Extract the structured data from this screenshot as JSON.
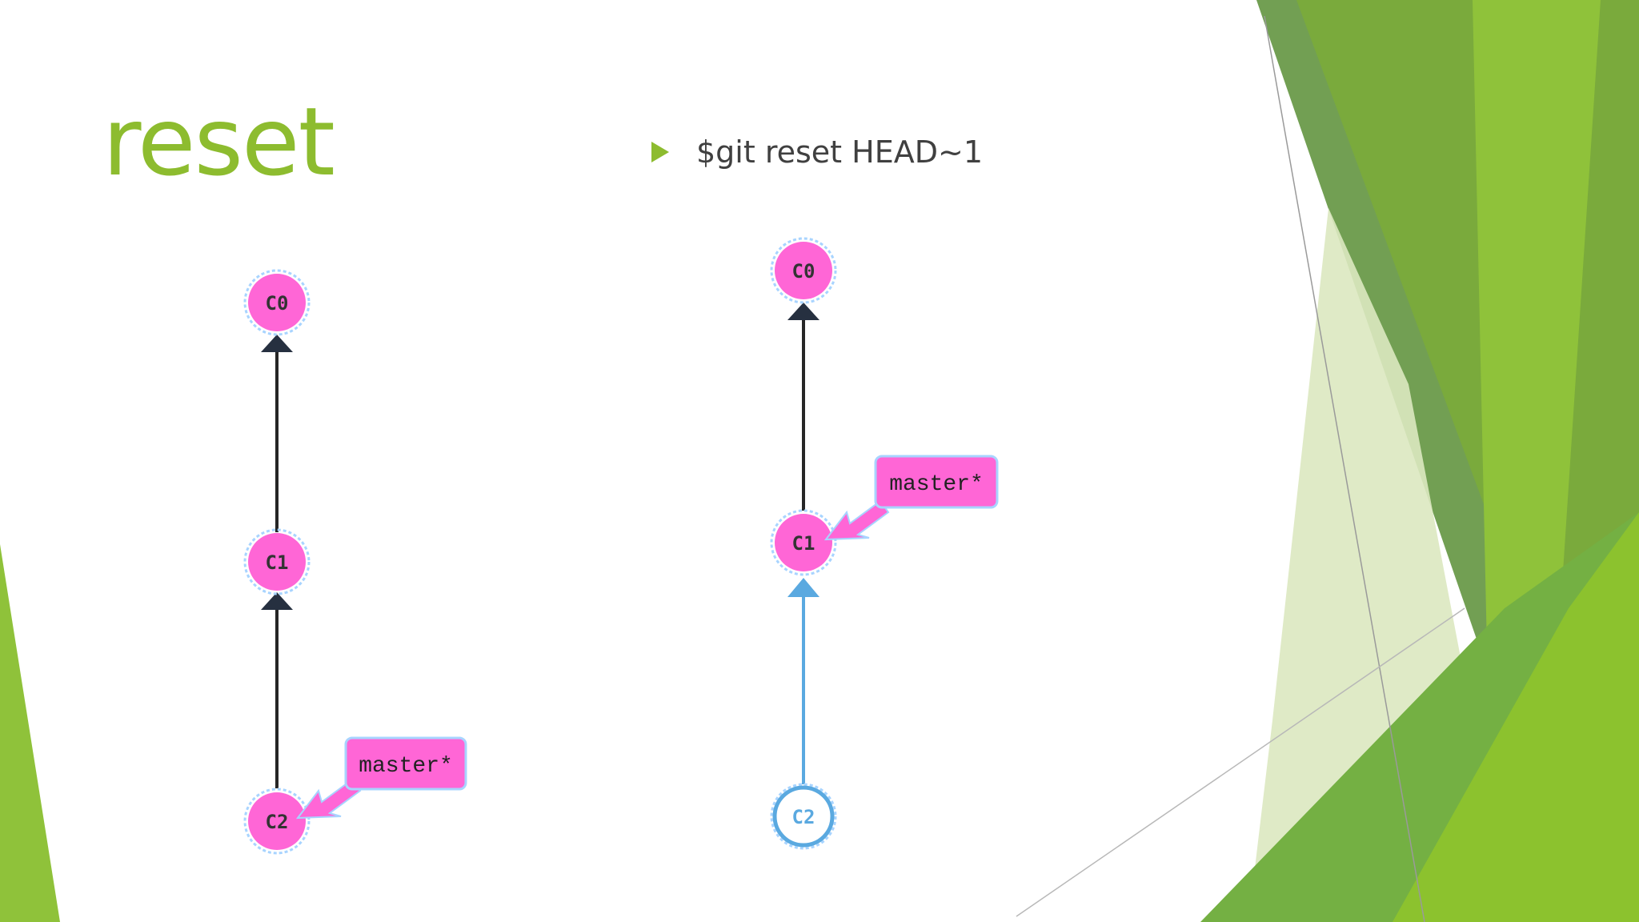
{
  "slide": {
    "title": "reset",
    "bullet": "$git reset HEAD~1"
  },
  "colors": {
    "title": "#8dbc2f",
    "bullet_arrow": "#8dbc2f",
    "commit_fill": "#ff66d6",
    "commit_stroke": "#a8d4ff",
    "edge": "#262626",
    "orphan": "#5aa9e0",
    "green_dark": "#6a9a3c",
    "green_mid": "#7db32e",
    "green_light": "#9cc83e"
  },
  "before": {
    "commits": [
      "C0",
      "C1",
      "C2"
    ],
    "branch": "master*",
    "branch_points_to": "C2"
  },
  "after": {
    "commits": [
      "C0",
      "C1",
      "C2"
    ],
    "orphaned": "C2",
    "branch": "master*",
    "branch_points_to": "C1"
  }
}
